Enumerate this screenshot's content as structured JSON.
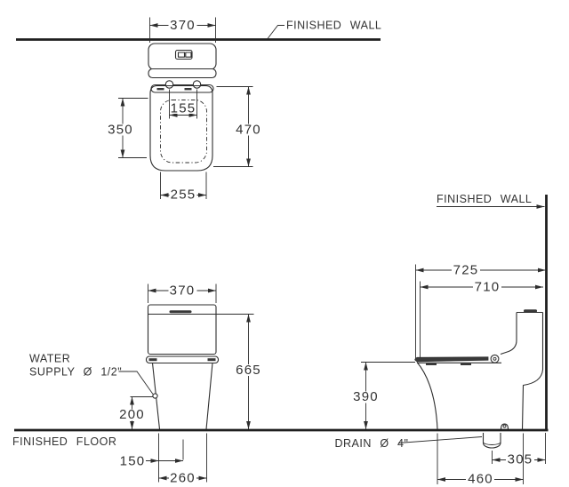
{
  "labels": {
    "finished_wall_top": "FINISHED WALL",
    "finished_wall_side": "FINISHED WALL",
    "finished_floor": "FINISHED FLOOR",
    "water_supply_1": "WATER",
    "water_supply_2": "SUPPLY Ø 1/2\"",
    "drain": "DRAIN Ø 4\""
  },
  "top_view": {
    "overall_width": "370",
    "button_spacing": "155",
    "seat_inner_length": "350",
    "bowl_length": "470",
    "seat_inner_width": "255"
  },
  "front_view": {
    "tank_width": "370",
    "overall_height": "665",
    "supply_height": "200",
    "supply_offset": "150",
    "base_width": "260"
  },
  "side_view": {
    "overall_depth": "725",
    "body_depth": "710",
    "rim_height": "390",
    "drain_to_wall": "305",
    "base_depth": "460"
  },
  "colors": {
    "line": "#2d2d2d",
    "background": "#ffffff"
  }
}
